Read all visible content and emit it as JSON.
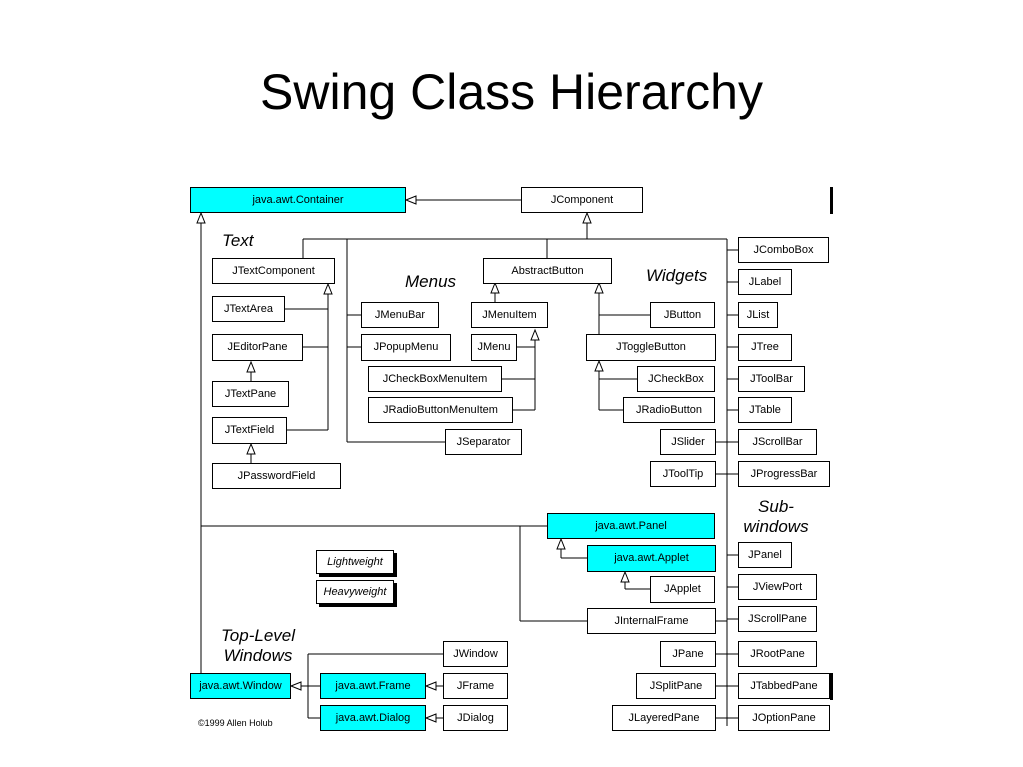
{
  "title": "Swing Class Hierarchy",
  "labels": {
    "text": "Text",
    "menus": "Menus",
    "widgets": "Widgets",
    "subwindows_line1": "Sub-",
    "subwindows_line2": "windows",
    "toplevel_line1": "Top-Level",
    "toplevel_line2": "Windows"
  },
  "legend": {
    "lightweight": "Lightweight",
    "heavyweight": "Heavyweight"
  },
  "copyright": "©1999 Allen Holub",
  "colors": {
    "heavyweight_fill": "#00ffff",
    "lightweight_fill": "#ffffff",
    "line": "#000000"
  },
  "classes": {
    "container": "java.awt.Container",
    "jcomponent": "JComponent",
    "jtextcomponent": "JTextComponent",
    "jtextarea": "JTextArea",
    "jeditorpane": "JEditorPane",
    "jtextpane": "JTextPane",
    "jtextfield": "JTextField",
    "jpasswordfield": "JPasswordField",
    "abstractbutton": "AbstractButton",
    "jmenubar": "JMenuBar",
    "jpopupmenu": "JPopupMenu",
    "jcheckboxmenuitem": "JCheckBoxMenuItem",
    "jradiobuttonmenuitem": "JRadioButtonMenuItem",
    "jmenuitem": "JMenuItem",
    "jmenu": "JMenu",
    "jbutton": "JButton",
    "jtogglebutton": "JToggleButton",
    "jcheckbox": "JCheckBox",
    "jradiobutton": "JRadioButton",
    "jseparator": "JSeparator",
    "jslider": "JSlider",
    "jtooltip": "JToolTip",
    "jcombobox": "JComboBox",
    "jlabel": "JLabel",
    "jlist": "JList",
    "jtree": "JTree",
    "jtoolbar": "JToolBar",
    "jtable": "JTable",
    "jscrollbar": "JScrollBar",
    "jprogressbar": "JProgressBar",
    "panel": "java.awt.Panel",
    "applet": "java.awt.Applet",
    "japplet": "JApplet",
    "jinternalframe": "JInternalFrame",
    "jpanel": "JPanel",
    "jviewport": "JViewPort",
    "jscrollpane": "JScrollPane",
    "jpane": "JPane",
    "jrootpane": "JRootPane",
    "jsplitpane": "JSplitPane",
    "jtabbedpane": "JTabbedPane",
    "jlayeredpane": "JLayeredPane",
    "joptionpane": "JOptionPane",
    "window": "java.awt.Window",
    "frame": "java.awt.Frame",
    "dialog": "java.awt.Dialog",
    "jwindow": "JWindow",
    "jframe": "JFrame",
    "jdialog": "JDialog"
  }
}
